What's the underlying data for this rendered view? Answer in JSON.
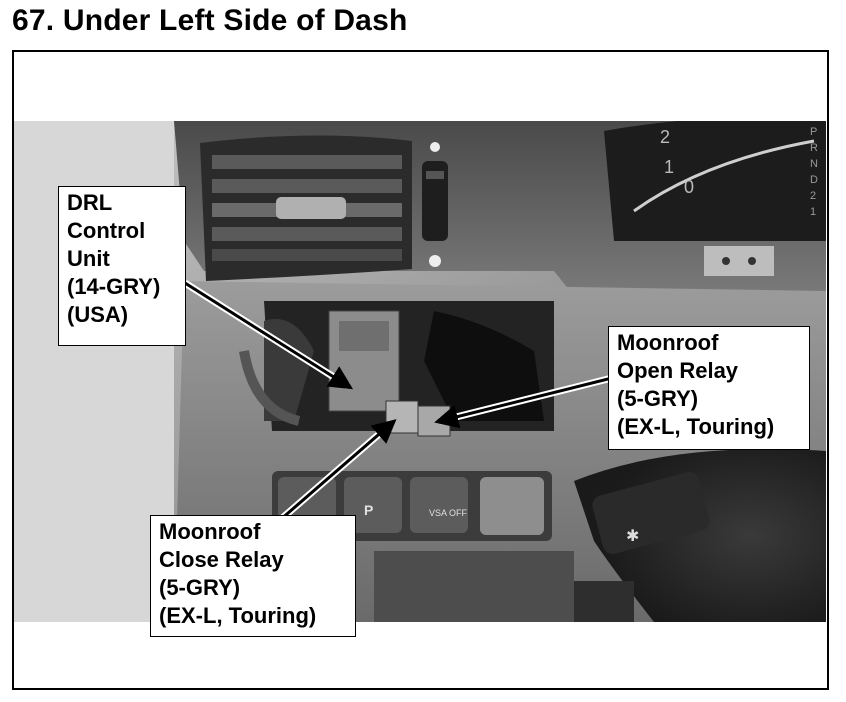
{
  "page": {
    "title": "67. Under Left Side of Dash"
  },
  "photo": {
    "panel_labels": {
      "speedo_digits": [
        "2",
        "1",
        "0"
      ],
      "gear_letters": [
        "P",
        "R",
        "N",
        "D",
        "2",
        "1"
      ],
      "vsa_button": "VSA OFF",
      "parking_sensor_button": "P"
    }
  },
  "callouts": {
    "drl": {
      "lines": [
        "DRL",
        "Control",
        "Unit",
        "(14-GRY)",
        "(USA)"
      ]
    },
    "open_relay": {
      "lines": [
        "Moonroof",
        "Open Relay",
        "(5-GRY)",
        "(EX-L, Touring)"
      ]
    },
    "close_relay": {
      "lines": [
        "Moonroof",
        "Close Relay",
        "(5-GRY)",
        "(EX-L, Touring)"
      ]
    }
  }
}
